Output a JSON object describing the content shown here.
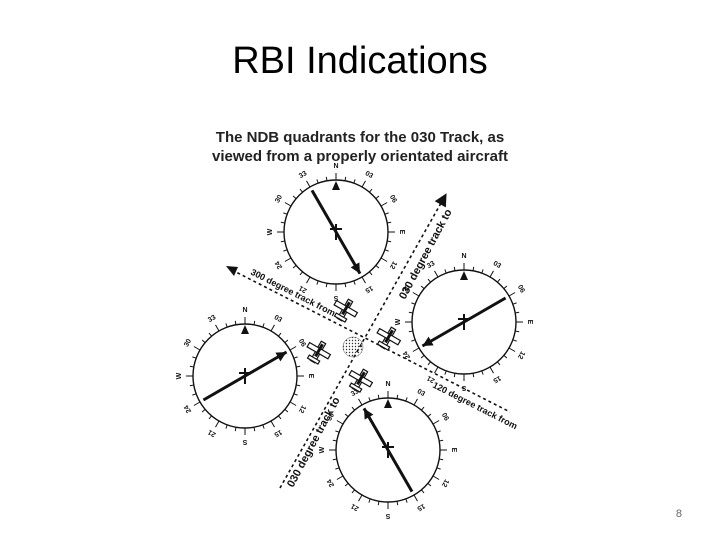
{
  "slide": {
    "title": "RBI Indications",
    "page_number": "8"
  },
  "diagram": {
    "caption_line1": "The  NDB quadrants for the 030 Track, as",
    "caption_line2": "viewed from a properly orientated aircraft",
    "track_labels": {
      "track_030_to_top": "030 degree track to",
      "track_030_to_bottom": "030 degree track to",
      "track_300_from": "300 degree track from",
      "track_120_from": "120 degree track from"
    },
    "compass_cards": [
      {
        "id": "top",
        "needle_bearing": 150
      },
      {
        "id": "right",
        "needle_bearing": 240
      },
      {
        "id": "left",
        "needle_bearing": 60
      },
      {
        "id": "bottom",
        "needle_bearing": 330
      }
    ],
    "compass_labels": [
      "N",
      "03",
      "06",
      "E",
      "12",
      "15",
      "S",
      "21",
      "24",
      "W",
      "30",
      "33"
    ],
    "colors": {
      "ink": "#111111",
      "background": "#ffffff"
    }
  }
}
